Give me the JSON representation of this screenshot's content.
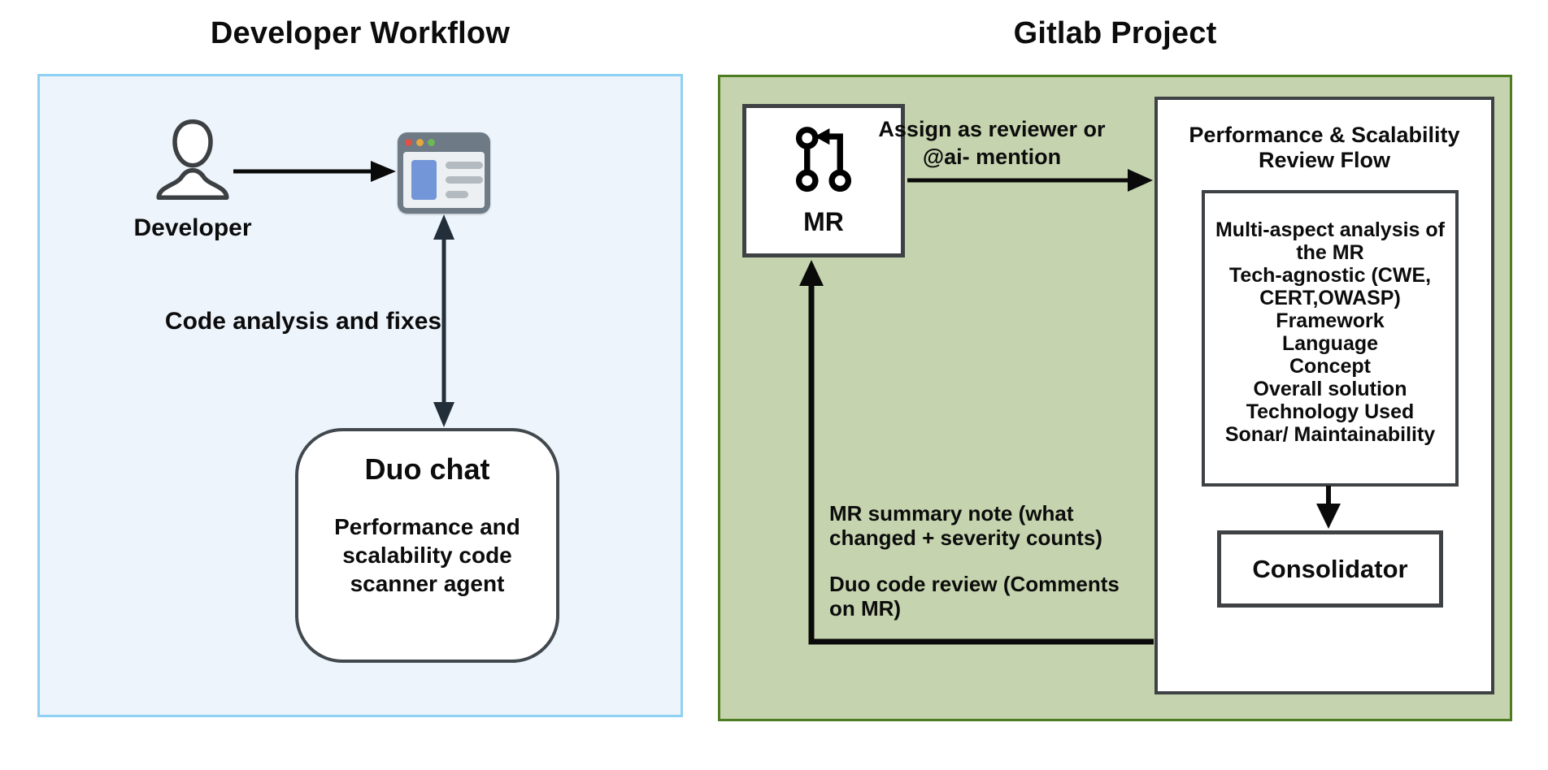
{
  "left_panel": {
    "title": "Developer Workflow",
    "developer_label": "Developer",
    "arrow_label": "Code analysis and fixes",
    "duo_chat_title": "Duo chat",
    "duo_chat_subtitle": "Performance and\nscalability code\nscanner agent"
  },
  "right_panel": {
    "title": "Gitlab Project",
    "mr_label": "MR",
    "assign_label": "Assign as reviewer or\n@ai- mention",
    "review_flow_title": "Performance & Scalability\nReview Flow",
    "analysis_items": [
      "Multi-aspect analysis of the MR",
      "Tech-agnostic (CWE, CERT,OWASP)",
      "Framework",
      "Language",
      "Concept",
      "Overall solution",
      "Technology Used",
      "Sonar/ Maintainability"
    ],
    "consolidator_label": "Consolidator",
    "mr_summary_label": "MR summary note (what\nchanged + severity counts)",
    "duo_review_label": "Duo code review (Comments\non MR)"
  },
  "icons": {
    "person": "person-icon",
    "browser_window": "browser-window-icon",
    "merge_request": "merge-request-icon"
  },
  "colors": {
    "left_panel_bg": "#edf4fc",
    "left_panel_border": "#8ed1f2",
    "right_panel_bg": "#c5d4ae",
    "right_panel_border": "#4e7c21",
    "node_border": "#3f4245",
    "connector_black": "#0a0a0a",
    "connector_slate": "#222e39",
    "browser_frame": "#6e7a85",
    "browser_accent_blue": "#7296d8",
    "dot_red": "#de5246",
    "dot_yellow": "#e2a93c",
    "dot_green": "#6cb956"
  }
}
